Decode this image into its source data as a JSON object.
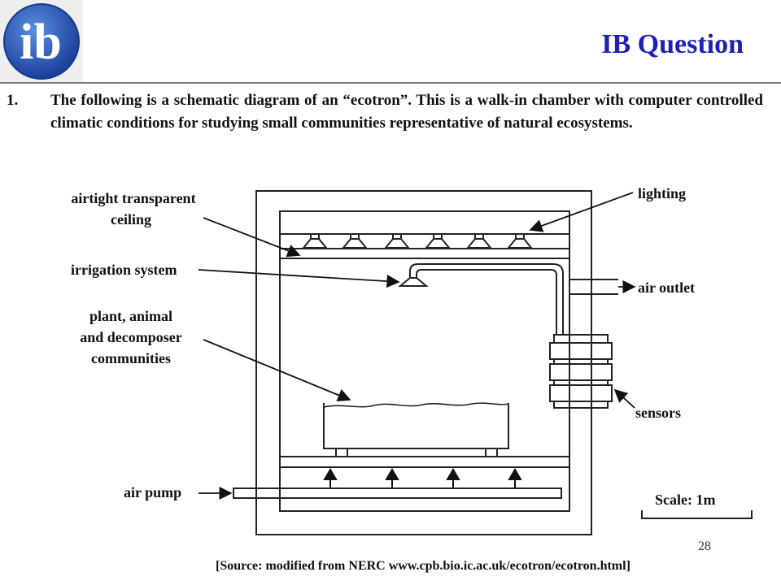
{
  "header": {
    "title": "IB Question",
    "logo_text": "ib",
    "brand_color": "#1f1fb4"
  },
  "question": {
    "number": "1.",
    "text": "The following is a schematic diagram of an “ecotron”.  This is a walk-in chamber with computer controlled climatic conditions for studying small communities representative of natural ecosystems."
  },
  "diagram": {
    "labels": {
      "ceiling_line1": "airtight transparent",
      "ceiling_line2": "ceiling",
      "irrigation": "irrigation system",
      "communities_line1": "plant, animal",
      "communities_line2": "and decomposer",
      "communities_line3": "communities",
      "air_pump": "air pump",
      "lighting": "lighting",
      "air_outlet": "air outlet",
      "sensors": "sensors",
      "scale": "Scale: 1m"
    }
  },
  "footer": {
    "page_number": "28",
    "source": "[Source: modified from NERC www.cpb.bio.ic.ac.uk/ecotron/ecotron.html]"
  }
}
